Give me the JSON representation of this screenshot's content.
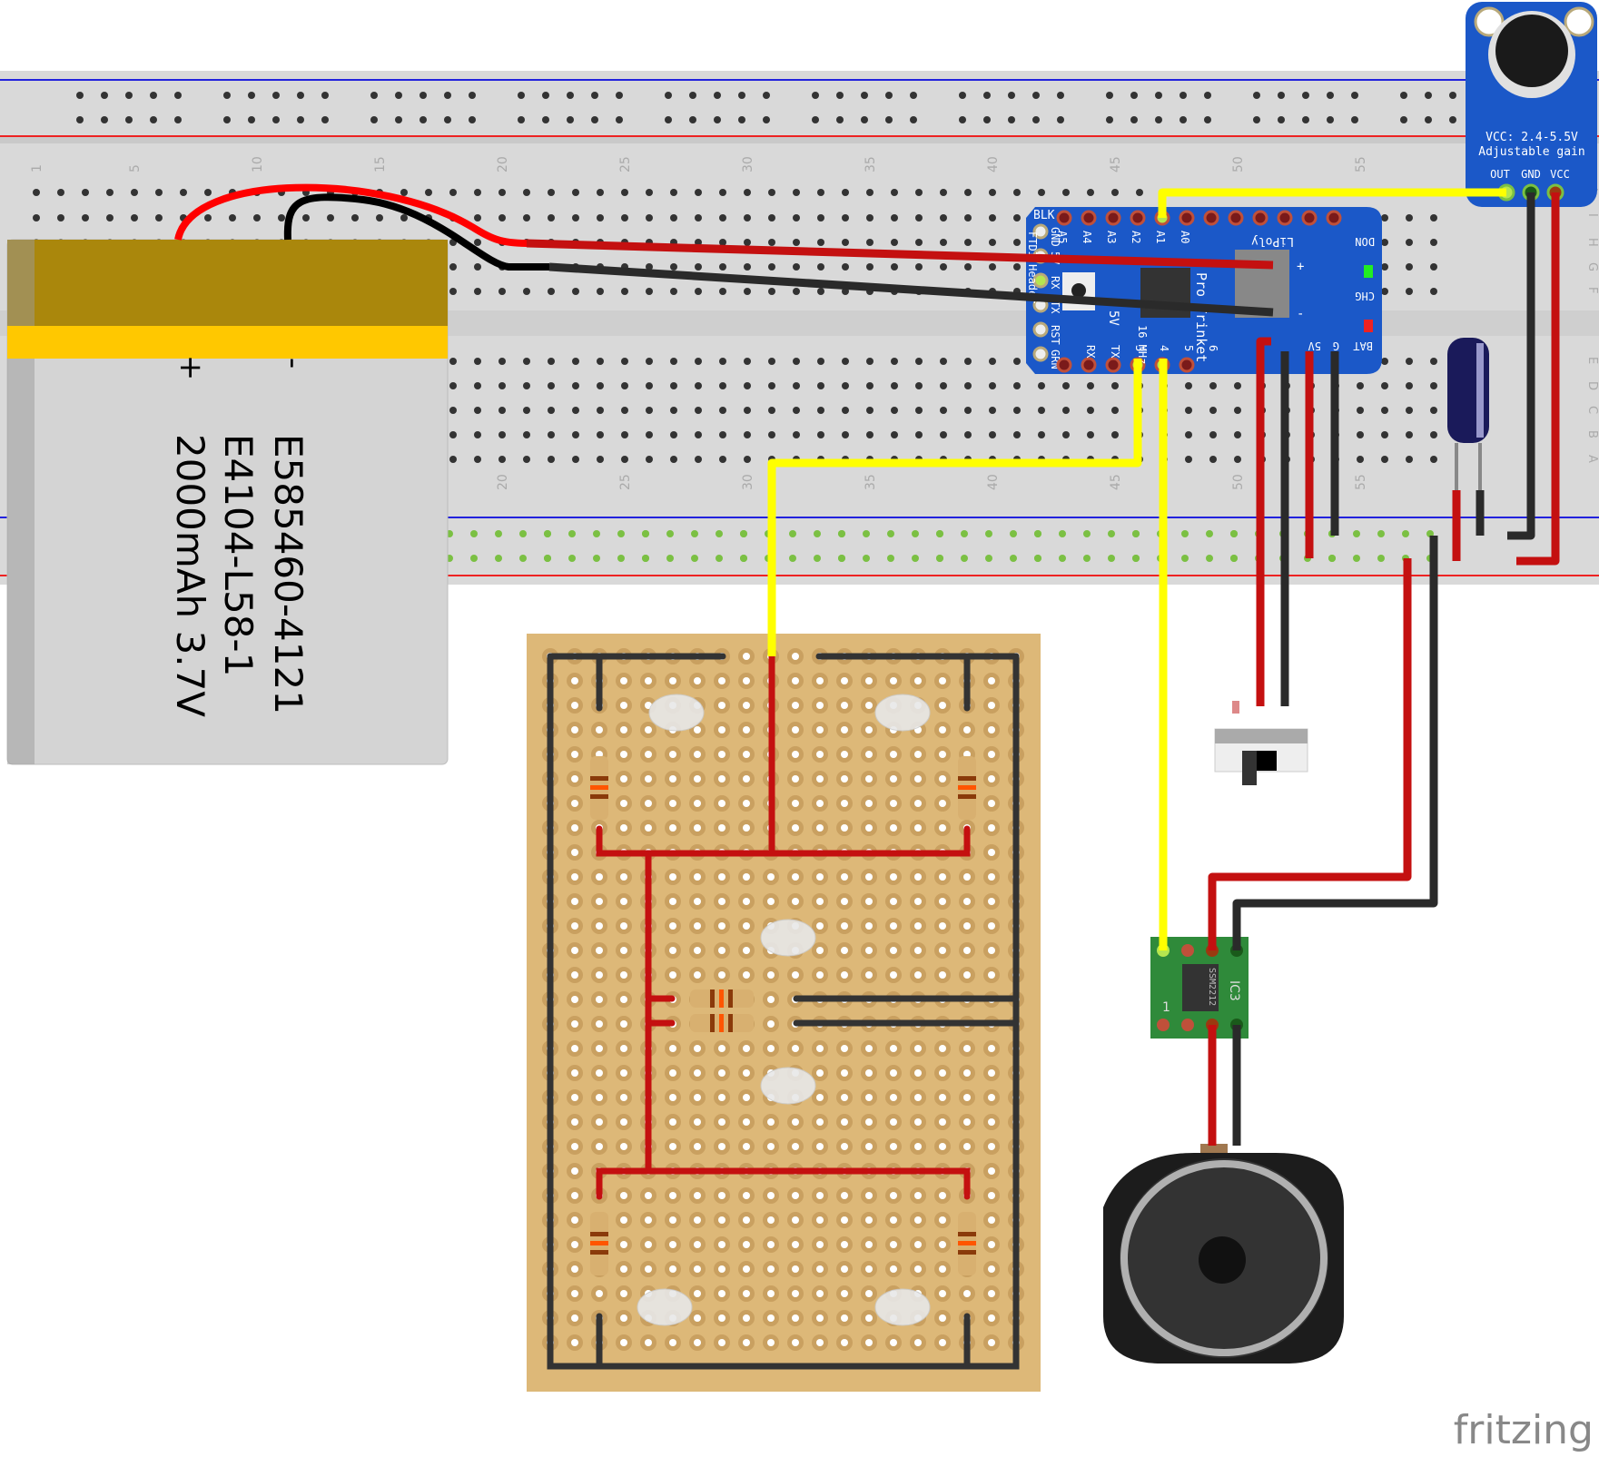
{
  "app": {
    "watermark": "fritzing"
  },
  "breadboard": {
    "column_labels": [
      "1",
      "5",
      "10",
      "15",
      "20",
      "25",
      "30",
      "35",
      "40",
      "45",
      "50",
      "55"
    ],
    "row_labels_top": [
      "J",
      "I",
      "H",
      "G",
      "F"
    ],
    "row_labels_bottom": [
      "E",
      "D",
      "C",
      "B",
      "A"
    ]
  },
  "battery": {
    "line1": "E585460-4121",
    "line2": "E4104-L58-1",
    "line3": "2000mAh 3.7V",
    "plus_label": "+",
    "minus_label": "-"
  },
  "microphone": {
    "vcc_text": "VCC: 2.4-5.5V",
    "gain_text": "Adjustable gain",
    "pins": [
      "OUT",
      "GND",
      "VCC"
    ]
  },
  "pro_trinket": {
    "top_pins": [
      "BLK",
      "A5",
      "A4",
      "A3",
      "A2",
      "A1",
      "A0"
    ],
    "left_pins": [
      "GND",
      "5V",
      "RX",
      "TX",
      "RST",
      "GRN"
    ],
    "bottom_pins": [
      "RX",
      "TX",
      "3",
      "4",
      "5",
      "6"
    ],
    "right_labels": [
      "DON",
      "CHG",
      "5V",
      "G",
      "BAT"
    ],
    "side_text": "FTDI Header",
    "board_text": "Pro Trinket",
    "lipoly_text": "LiPoly",
    "speed_text": "16 MHz",
    "voltage_text": "5V",
    "plus": "+",
    "minus": "-"
  },
  "amplifier": {
    "chip": "SSM2212",
    "ref": "IC3",
    "pin1": "1"
  },
  "colors": {
    "wire_red": "#cc1111",
    "wire_black": "#333333",
    "wire_yellow": "#ffff00",
    "pcb_blue": "#1b58c8",
    "perfboard": "#ddb878",
    "amp_green": "#2f8a3a",
    "breadboard": "#d9d9d9"
  }
}
